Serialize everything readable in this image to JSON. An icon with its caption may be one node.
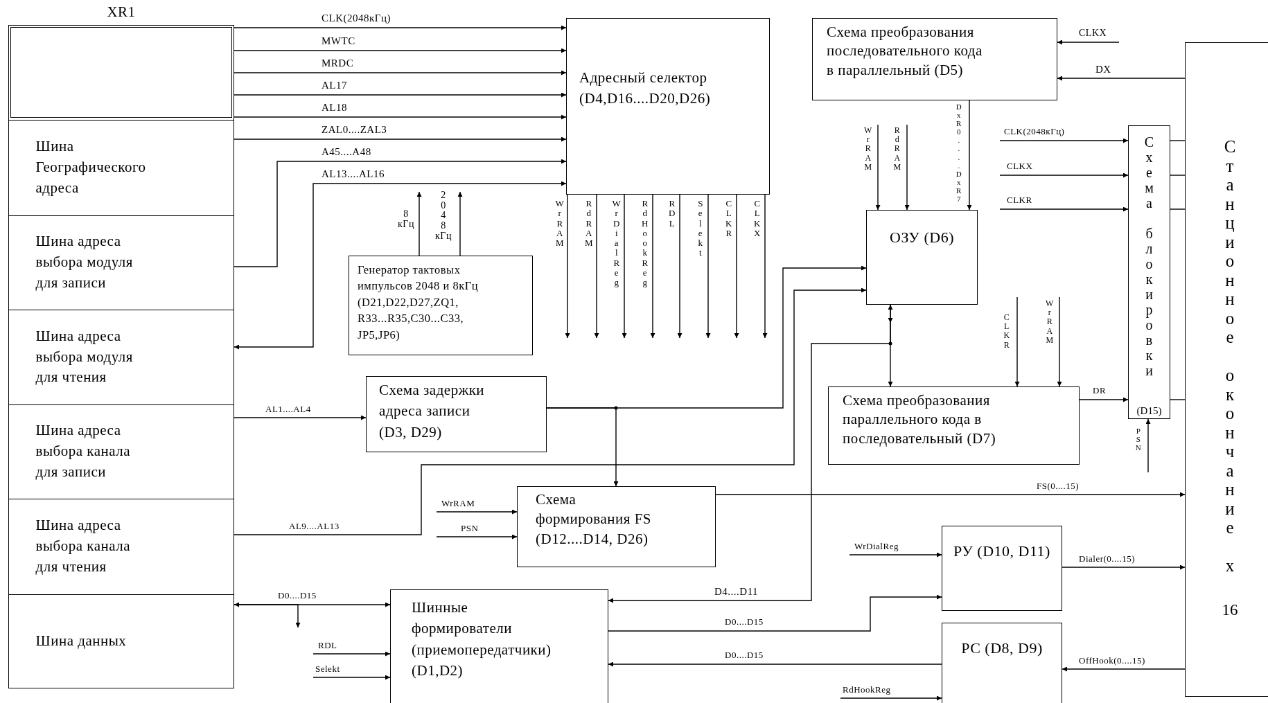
{
  "diagram": {
    "nodes": [
      {
        "text": [
          "XR1"
        ]
      },
      {
        "text": [],
        "shape": "box",
        "in": 0
      },
      {
        "text": [
          "Шина Географического адреса"
        ],
        "in": 0
      },
      {
        "text": [
          "Шина адреса выбора модуля для записи"
        ],
        "in": 0
      },
      {
        "text": [
          "Шина адреса выбора модуля для чтения"
        ],
        "in": 0
      },
      {
        "text": [
          "Шина адреса выбора канала для записи"
        ],
        "in": 0
      },
      {
        "text": [
          "Шина адреса выбора канала для чтения"
        ],
        "in": 0
      },
      {
        "text": [
          "Шина данных"
        ],
        "in": 0
      },
      {
        "text": [
          "Адресный селектор (D4,D16....D20,D26)"
        ]
      },
      {
        "text": [
          "Генератор тактовых импульсов 2048 и 8кГц (D21,D22,D27,ZQ1, R33...R35,C30...C33, JP5,JP6)"
        ]
      },
      {
        "text": [
          "Схема преобразования последовательного кода в параллельный (D5)"
        ]
      },
      {
        "text": [
          "ОЗУ (D6)"
        ]
      },
      {
        "text": [
          "Схема блокировки",
          "(D15)"
        ]
      },
      {
        "text": [
          "Станционное окончание х",
          "16"
        ]
      },
      {
        "text": [
          "Схема задержки адреса записи (D3, D29)"
        ]
      },
      {
        "text": [
          "Схема преобразования параллельного кода в последовательный (D7)"
        ]
      },
      {
        "text": [
          "Схема формирования FS (D12....D14, D26)"
        ]
      },
      {
        "text": [
          "Шинные формирователи (приемопередатчики) (D1,D2)"
        ]
      },
      {
        "text": [
          "РУ (D10, D11)"
        ]
      },
      {
        "text": [
          "РС (D8, D9)"
        ]
      }
    ],
    "edges": [
      {
        "from": 1,
        "to": 8,
        "arrow": "to",
        "label": "CLK(2048кГц)"
      },
      {
        "from": 1,
        "to": 8,
        "arrow": "to",
        "label": "MWTC"
      },
      {
        "from": 1,
        "to": 8,
        "arrow": "to",
        "label": "MRDC"
      },
      {
        "from": 1,
        "to": 8,
        "arrow": "to",
        "label": "AL17"
      },
      {
        "from": 1,
        "to": 8,
        "arrow": "to",
        "label": "AL18"
      },
      {
        "from": 2,
        "to": 8,
        "arrow": "to",
        "label": "ZAL0....ZAL3"
      },
      {
        "from": 3,
        "to": 8,
        "arrow": "to",
        "label": "A45....A48"
      },
      {
        "from": 8,
        "to": 4,
        "arrow": "both",
        "label": "AL13....AL16"
      },
      {
        "from": 9,
        "to": null,
        "arrow": "to",
        "label": "8 кГц"
      },
      {
        "from": 9,
        "to": null,
        "arrow": "to",
        "label": "2048 кГц"
      },
      {
        "from": 8,
        "to": null,
        "arrow": "to",
        "label": "WrRAM"
      },
      {
        "from": 8,
        "to": null,
        "arrow": "to",
        "label": "RdRAM"
      },
      {
        "from": 8,
        "to": null,
        "arrow": "to",
        "label": "WrDialReg"
      },
      {
        "from": 8,
        "to": null,
        "arrow": "to",
        "label": "RdHookReg"
      },
      {
        "from": 8,
        "to": null,
        "arrow": "to",
        "label": "RDL"
      },
      {
        "from": 8,
        "to": null,
        "arrow": "to",
        "label": "Selekt"
      },
      {
        "from": 8,
        "to": null,
        "arrow": "to",
        "label": "CLKR"
      },
      {
        "from": 8,
        "to": null,
        "arrow": "to",
        "label": "CLKX"
      },
      {
        "from": null,
        "to": 10,
        "arrow": "to",
        "label": "CLKX"
      },
      {
        "from": 13,
        "to": 10,
        "arrow": "to",
        "label": "DX"
      },
      {
        "from": null,
        "to": 11,
        "arrow": "to",
        "label": "WrRAM"
      },
      {
        "from": null,
        "to": 11,
        "arrow": "to",
        "label": "RdRAM"
      },
      {
        "from": 10,
        "to": 11,
        "arrow": "to",
        "label": "DxR0....DxR7"
      },
      {
        "from": null,
        "to": 12,
        "arrow": "to",
        "label": "CLK(2048кГц)"
      },
      {
        "from": null,
        "to": 12,
        "arrow": "to",
        "label": "CLKX"
      },
      {
        "from": null,
        "to": 12,
        "arrow": "to",
        "label": "CLKR"
      },
      {
        "from": 12,
        "to": 13,
        "arrow": "none"
      },
      {
        "from": 12,
        "to": 13,
        "arrow": "none"
      },
      {
        "from": 12,
        "to": 13,
        "arrow": "none"
      },
      {
        "from": 12,
        "to": 13,
        "arrow": "none"
      },
      {
        "from": 11,
        "to": 15,
        "arrow": "to"
      },
      {
        "from": null,
        "to": 15,
        "arrow": "to",
        "label": "CLKR"
      },
      {
        "from": null,
        "to": 15,
        "arrow": "to",
        "label": "WrRAM"
      },
      {
        "from": 15,
        "to": 12,
        "arrow": "to",
        "label": "DR"
      },
      {
        "from": null,
        "to": 12,
        "arrow": "to",
        "label": "PSN"
      },
      {
        "from": 5,
        "to": 14,
        "arrow": "to",
        "label": "AL1....AL4"
      },
      {
        "from": 14,
        "to": 11,
        "arrow": "to"
      },
      {
        "from": 14,
        "to": 16,
        "arrow": "to"
      },
      {
        "from": 6,
        "to": 11,
        "arrow": "to",
        "label": "AL9....AL13"
      },
      {
        "from": null,
        "to": 16,
        "arrow": "to",
        "label": "WrRAM"
      },
      {
        "from": null,
        "to": 16,
        "arrow": "to",
        "label": "PSN"
      },
      {
        "from": 16,
        "to": 13,
        "arrow": "to",
        "label": "FS(0....15)"
      },
      {
        "from": 7,
        "to": 17,
        "arrow": "both",
        "label": "D0....D15"
      },
      {
        "from": 7,
        "to": null,
        "arrow": "to"
      },
      {
        "from": null,
        "to": 17,
        "arrow": "to",
        "label": "RDL"
      },
      {
        "from": null,
        "to": 17,
        "arrow": "to",
        "label": "Selekt"
      },
      {
        "from": 17,
        "to": 11,
        "arrow": "both",
        "label": "D4....D11"
      },
      {
        "from": 17,
        "to": 18,
        "arrow": "to",
        "label": "D0....D15"
      },
      {
        "from": 19,
        "to": 17,
        "arrow": "to",
        "label": "D0....D15"
      },
      {
        "from": null,
        "to": 18,
        "arrow": "to",
        "label": "WrDialReg"
      },
      {
        "from": null,
        "to": 19,
        "arrow": "to",
        "label": "RdHookReg"
      },
      {
        "from": 18,
        "to": 13,
        "arrow": "to",
        "label": "Dialer(0....15)"
      },
      {
        "from": 13,
        "to": 19,
        "arrow": "to",
        "label": "OffHook(0....15)"
      }
    ]
  }
}
